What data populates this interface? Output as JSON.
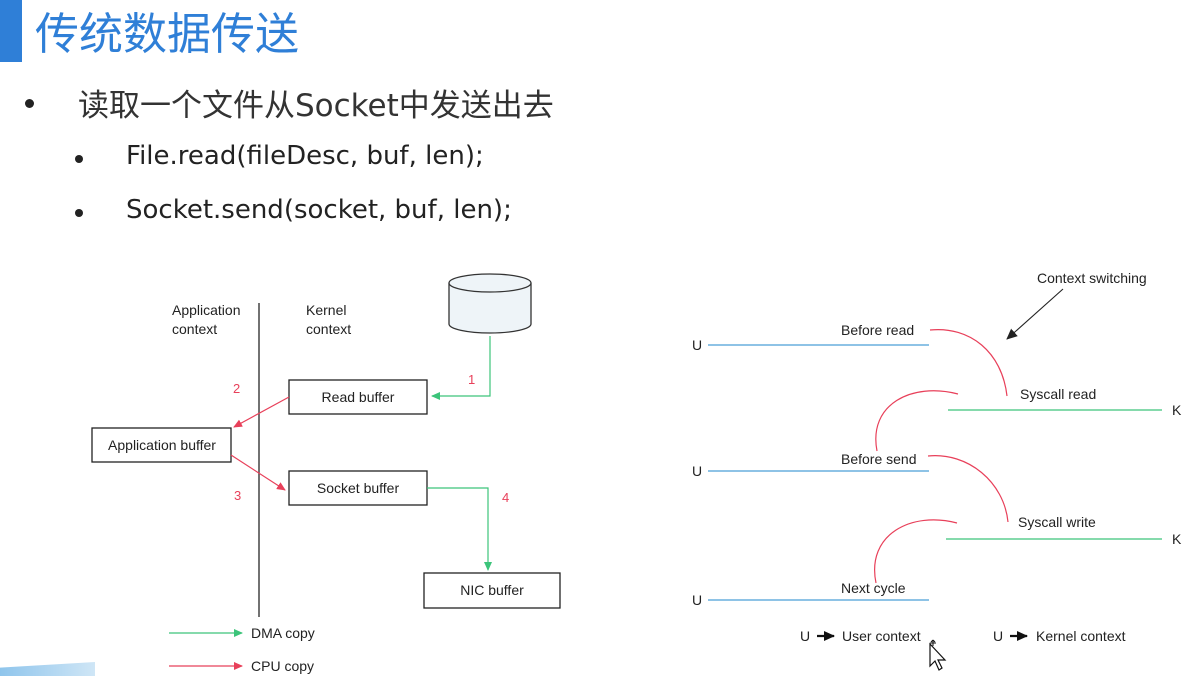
{
  "slide": {
    "title": "传统数据传送",
    "bullets": [
      "读取一个文件从Socket中发送出去",
      "File.read(fileDesc, buf, len);",
      "Socket.send(socket, buf, len);"
    ]
  },
  "left_diagram": {
    "app_context_label": [
      "Application",
      "context"
    ],
    "kernel_context_label": [
      "Kernel",
      "context"
    ],
    "read_buffer": "Read buffer",
    "application_buffer": "Application buffer",
    "socket_buffer": "Socket buffer",
    "nic_buffer": "NIC buffer",
    "step_labels": [
      "1",
      "2",
      "3",
      "4"
    ],
    "legend": {
      "dma": "DMA copy",
      "cpu": "CPU copy"
    },
    "colors": {
      "dma": "#3cc47a",
      "cpu": "#e8405a",
      "step_number": "#e8405a"
    }
  },
  "right_diagram": {
    "context_switching": "Context switching",
    "labels": {
      "before_read": "Before read",
      "syscall_read": "Syscall read",
      "before_send": "Before send",
      "syscall_write": "Syscall write",
      "next_cycle": "Next cycle"
    },
    "rows": [
      "U",
      "K",
      "U",
      "K",
      "U"
    ],
    "legend_user_letter": "U",
    "legend_user": "User context",
    "legend_kernel_letter": "U",
    "legend_kernel": "Kernel context",
    "colors": {
      "user_line": "#4a9fd8",
      "kernel_line": "#3cc47a",
      "switch_arc": "#e8405a"
    }
  }
}
